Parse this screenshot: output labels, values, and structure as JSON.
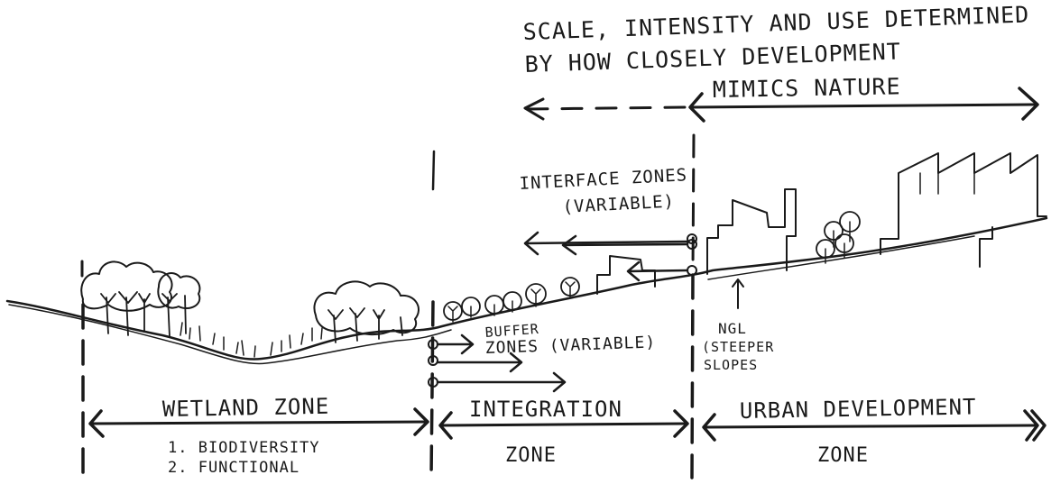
{
  "header": {
    "line1": "SCALE, INTENSITY AND USE DETERMINED",
    "line2": "BY HOW CLOSELY DEVELOPMENT",
    "line3": "MIMICS NATURE"
  },
  "annotations": {
    "interface_line1": "INTERFACE ZONES",
    "interface_line2": "(VARIABLE)",
    "buffer_line1": "BUFFER",
    "buffer_line2": "ZONES (VARIABLE)",
    "ngl_line1": "NGL",
    "ngl_line2": "(STEEPER",
    "ngl_line3": "SLOPES"
  },
  "zones": {
    "wetland": {
      "label": "WETLAND ZONE",
      "list": [
        "1. BIODIVERSITY",
        "2. FUNCTIONAL"
      ]
    },
    "integration": {
      "label_line1": "INTEGRATION",
      "label_line2": "ZONE"
    },
    "urban": {
      "label_line1": "URBAN DEVELOPMENT",
      "label_line2": "ZONE"
    }
  }
}
